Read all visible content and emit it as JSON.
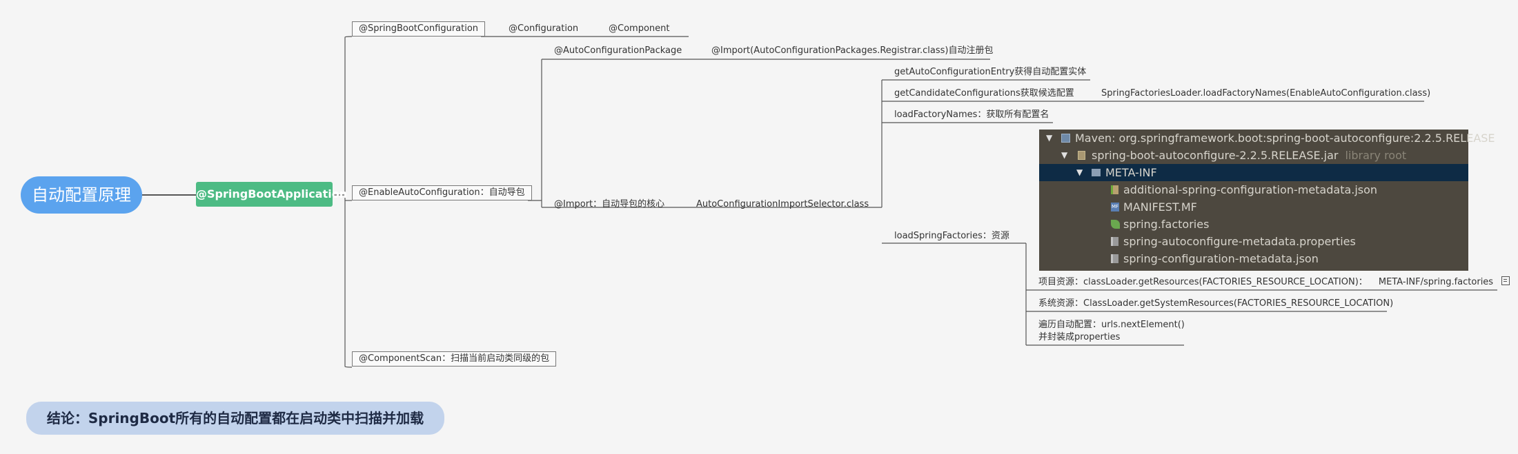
{
  "root": {
    "label": "自动配置原理"
  },
  "main": {
    "label": "@SpringBootApplication"
  },
  "branches": {
    "springbootconfiguration": "@SpringBootConfiguration",
    "configuration": "@Configuration",
    "component": "@Component",
    "enableautoconfiguration": "@EnableAutoConfiguration：自动导包",
    "autoconfigurationpackage": "@AutoConfigurationPackage",
    "import_registrar": "@Import(AutoConfigurationPackages.Registrar.class)自动注册包",
    "import_core": "@Import：自动导包的核心",
    "import_selector": "AutoConfigurationImportSelector.class",
    "get_entry": "getAutoConfigurationEntry获得自动配置实体",
    "get_candidates": "getCandidateConfigurations获取候选配置",
    "factories_loader": "SpringFactoriesLoader.loadFactoryNames(EnableAutoConfiguration.class)",
    "load_factory_names": "loadFactoryNames：获取所有配置名",
    "load_spring_factories": "loadSpringFactories：资源",
    "project_resources": "项目资源：classLoader.getResources(FACTORIES_RESOURCE_LOCATION)：",
    "meta_inf_spring_factories": "META-INF/spring.factories",
    "system_resources": "系统资源：ClassLoader.getSystemResources(FACTORIES_RESOURCE_LOCATION)",
    "iterate_line1": "遍历自动配置：urls.nextElement()",
    "iterate_line2": "并封装成properties",
    "componentscan": "@ComponentScan：扫描当前启动类同级的包"
  },
  "ide_tree": {
    "maven": "Maven: org.springframework.boot:spring-boot-autoconfigure:2.2.5.RELEASE",
    "jar": "spring-boot-autoconfigure-2.2.5.RELEASE.jar",
    "jar_note": "library root",
    "meta_inf": "META-INF",
    "files": [
      "additional-spring-configuration-metadata.json",
      "MANIFEST.MF",
      "spring.factories",
      "spring-autoconfigure-metadata.properties",
      "spring-configuration-metadata.json"
    ]
  },
  "icons": {
    "expand": "triangle-down-icon",
    "note": "note-icon"
  },
  "colors": {
    "root": "#5ba3ee",
    "main": "#4dbb84",
    "conclusion": "#c2d3ec",
    "ide_background": "#4d483f",
    "ide_selected": "#0e2b45",
    "connector": "#555555"
  },
  "conclusion": {
    "label": "结论：SpringBoot所有的自动配置都在启动类中扫描并加载"
  }
}
